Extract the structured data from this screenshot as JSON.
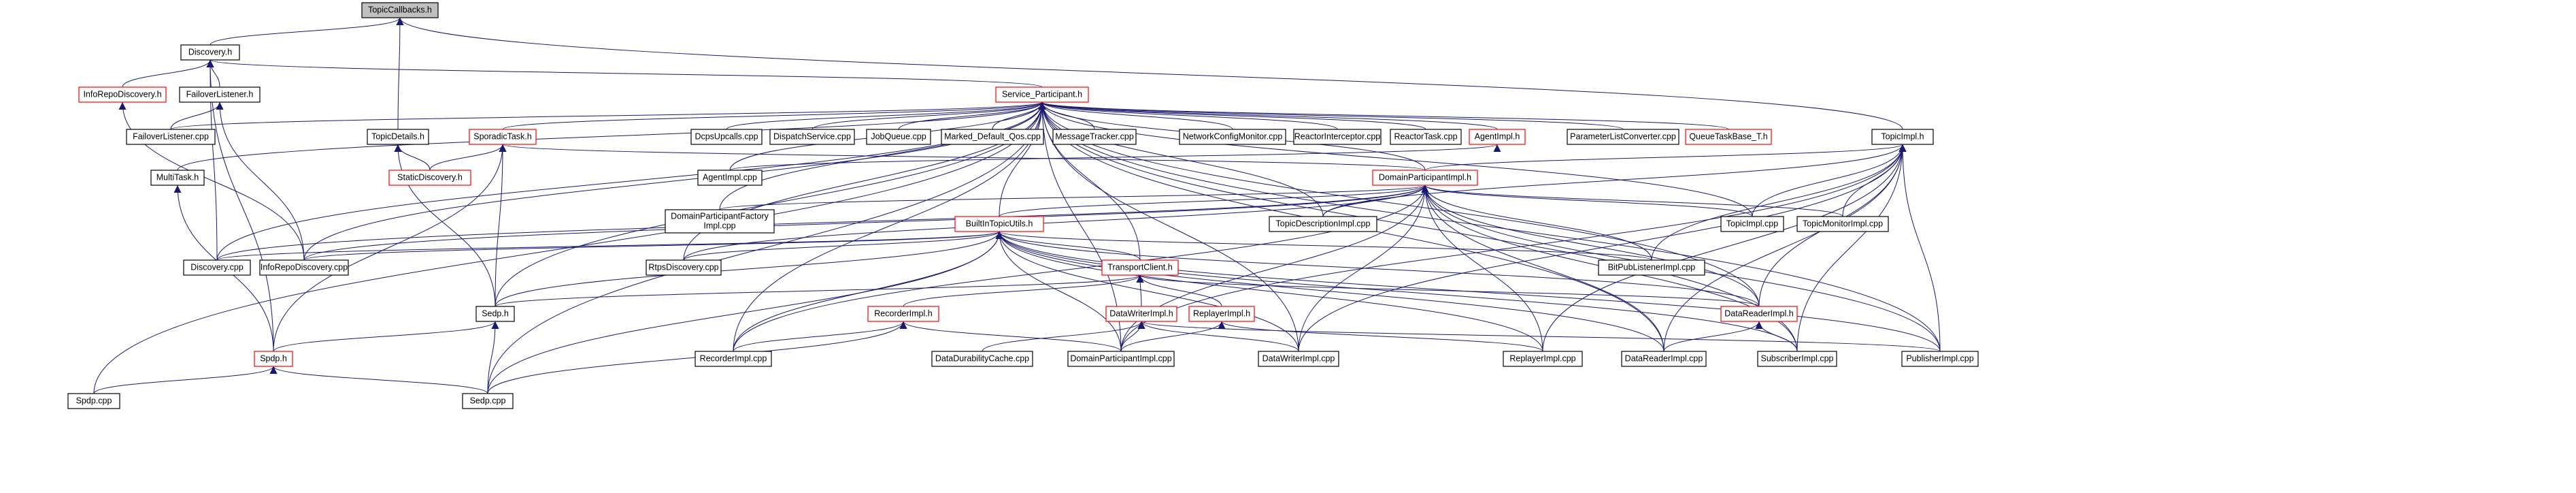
{
  "graph": {
    "edge_color": "#191970",
    "red_border_color": "#ff0000",
    "root_fill": "#bfbfbf",
    "nodes": [
      {
        "id": "TopicCallbacks",
        "label": "TopicCallbacks.h",
        "style": "root"
      },
      {
        "id": "Discovery",
        "label": "Discovery.h",
        "style": "normal"
      },
      {
        "id": "TopicDetails",
        "label": "TopicDetails.h",
        "style": "normal"
      },
      {
        "id": "TopicImplh",
        "label": "TopicImpl.h",
        "style": "normal"
      },
      {
        "id": "InfoRepoDiscovery",
        "label": "InfoRepoDiscovery.h",
        "style": "red"
      },
      {
        "id": "FailoverListener",
        "label": "FailoverListener.h",
        "style": "normal"
      },
      {
        "id": "ServiceParticipant",
        "label": "Service_Participant.h",
        "style": "red"
      },
      {
        "id": "FailoverListenerCpp",
        "label": "FailoverListener.cpp",
        "style": "normal"
      },
      {
        "id": "SporadicTask",
        "label": "SporadicTask.h",
        "style": "red"
      },
      {
        "id": "StaticDiscovery",
        "label": "StaticDiscovery.h",
        "style": "red"
      },
      {
        "id": "MultiTask",
        "label": "MultiTask.h",
        "style": "normal"
      },
      {
        "id": "DcpsUpcalls",
        "label": "DcpsUpcalls.cpp",
        "style": "normal"
      },
      {
        "id": "DispatchService",
        "label": "DispatchService.cpp",
        "style": "normal"
      },
      {
        "id": "JobQueue",
        "label": "JobQueue.cpp",
        "style": "normal"
      },
      {
        "id": "MarkedDefaultQos",
        "label": "Marked_Default_Qos.cpp",
        "style": "normal"
      },
      {
        "id": "MessageTracker",
        "label": "MessageTracker.cpp",
        "style": "normal"
      },
      {
        "id": "NetworkConfigMonitor",
        "label": "NetworkConfigMonitor.cpp",
        "style": "normal"
      },
      {
        "id": "ReactorInterceptor",
        "label": "ReactorInterceptor.cpp",
        "style": "normal"
      },
      {
        "id": "ReactorTask",
        "label": "ReactorTask.cpp",
        "style": "normal"
      },
      {
        "id": "AgentImplh",
        "label": "AgentImpl.h",
        "style": "red"
      },
      {
        "id": "ParameterListConverter",
        "label": "ParameterListConverter.cpp",
        "style": "normal"
      },
      {
        "id": "QueueTaskBase",
        "label": "QueueTaskBase_T.h",
        "style": "red"
      },
      {
        "id": "AgentImplCpp",
        "label": "AgentImpl.cpp",
        "style": "normal"
      },
      {
        "id": "DomainParticipantImplh",
        "label": "DomainParticipantImpl.h",
        "style": "red"
      },
      {
        "id": "DomainParticipantFactoryImpl",
        "label": [
          "DomainParticipantFactory",
          "Impl.cpp"
        ],
        "style": "normal"
      },
      {
        "id": "TopicDescriptionImpl",
        "label": "TopicDescriptionImpl.cpp",
        "style": "normal"
      },
      {
        "id": "TopicImplCpp",
        "label": "TopicImpl.cpp",
        "style": "normal"
      },
      {
        "id": "TopicMonitorImpl",
        "label": "TopicMonitorImpl.cpp",
        "style": "normal"
      },
      {
        "id": "BuiltInTopicUtils",
        "label": "BuiltInTopicUtils.h",
        "style": "red"
      },
      {
        "id": "DiscoveryCpp",
        "label": "Discovery.cpp",
        "style": "normal"
      },
      {
        "id": "InfoRepoDiscoveryCpp",
        "label": "InfoRepoDiscovery.cpp",
        "style": "normal"
      },
      {
        "id": "RtpsDiscovery",
        "label": "RtpsDiscovery.cpp",
        "style": "normal"
      },
      {
        "id": "TransportClient",
        "label": "TransportClient.h",
        "style": "red"
      },
      {
        "id": "BitPubListenerImpl",
        "label": "BitPubListenerImpl.cpp",
        "style": "normal"
      },
      {
        "id": "Sedph",
        "label": "Sedp.h",
        "style": "normal"
      },
      {
        "id": "RecorderImplh",
        "label": "RecorderImpl.h",
        "style": "red"
      },
      {
        "id": "DataWriterImplh",
        "label": "DataWriterImpl.h",
        "style": "red"
      },
      {
        "id": "ReplayerImplh",
        "label": "ReplayerImpl.h",
        "style": "red"
      },
      {
        "id": "DataReaderImplh",
        "label": "DataReaderImpl.h",
        "style": "red"
      },
      {
        "id": "Spdph",
        "label": "Spdp.h",
        "style": "red"
      },
      {
        "id": "RecorderImplCpp",
        "label": "RecorderImpl.cpp",
        "style": "normal"
      },
      {
        "id": "DataDurabilityCache",
        "label": "DataDurabilityCache.cpp",
        "style": "normal"
      },
      {
        "id": "DomainParticipantImplCpp",
        "label": "DomainParticipantImpl.cpp",
        "style": "normal"
      },
      {
        "id": "DataWriterImplCpp",
        "label": "DataWriterImpl.cpp",
        "style": "normal"
      },
      {
        "id": "ReplayerImplCpp",
        "label": "ReplayerImpl.cpp",
        "style": "normal"
      },
      {
        "id": "DataReaderImplCpp",
        "label": "DataReaderImpl.cpp",
        "style": "normal"
      },
      {
        "id": "SubscriberImpl",
        "label": "SubscriberImpl.cpp",
        "style": "normal"
      },
      {
        "id": "PublisherImpl",
        "label": "PublisherImpl.cpp",
        "style": "normal"
      },
      {
        "id": "SpdpCpp",
        "label": "Spdp.cpp",
        "style": "normal"
      },
      {
        "id": "SedpCpp",
        "label": "Sedp.cpp",
        "style": "normal"
      }
    ],
    "edges": [
      [
        "Discovery",
        "TopicCallbacks"
      ],
      [
        "TopicDetails",
        "TopicCallbacks"
      ],
      [
        "TopicImplh",
        "TopicCallbacks"
      ],
      [
        "InfoRepoDiscovery",
        "Discovery"
      ],
      [
        "FailoverListener",
        "Discovery"
      ],
      [
        "ServiceParticipant",
        "Discovery"
      ],
      [
        "DiscoveryCpp",
        "Discovery"
      ],
      [
        "Spdph",
        "Discovery"
      ],
      [
        "FailoverListenerCpp",
        "FailoverListener"
      ],
      [
        "InfoRepoDiscoveryCpp",
        "FailoverListener"
      ],
      [
        "InfoRepoDiscoveryCpp",
        "InfoRepoDiscovery"
      ],
      [
        "FailoverListenerCpp",
        "ServiceParticipant"
      ],
      [
        "SporadicTask",
        "ServiceParticipant"
      ],
      [
        "MultiTask",
        "ServiceParticipant"
      ],
      [
        "DcpsUpcalls",
        "ServiceParticipant"
      ],
      [
        "DispatchService",
        "ServiceParticipant"
      ],
      [
        "JobQueue",
        "ServiceParticipant"
      ],
      [
        "MarkedDefaultQos",
        "ServiceParticipant"
      ],
      [
        "MessageTracker",
        "ServiceParticipant"
      ],
      [
        "NetworkConfigMonitor",
        "ServiceParticipant"
      ],
      [
        "ReactorInterceptor",
        "ServiceParticipant"
      ],
      [
        "ReactorTask",
        "ServiceParticipant"
      ],
      [
        "AgentImplh",
        "ServiceParticipant"
      ],
      [
        "ParameterListConverter",
        "ServiceParticipant"
      ],
      [
        "QueueTaskBase",
        "ServiceParticipant"
      ],
      [
        "AgentImplCpp",
        "ServiceParticipant"
      ],
      [
        "DomainParticipantImplh",
        "ServiceParticipant"
      ],
      [
        "DomainParticipantFactoryImpl",
        "ServiceParticipant"
      ],
      [
        "TopicDescriptionImpl",
        "ServiceParticipant"
      ],
      [
        "TopicImplCpp",
        "ServiceParticipant"
      ],
      [
        "BuiltInTopicUtils",
        "ServiceParticipant"
      ],
      [
        "DiscoveryCpp",
        "ServiceParticipant"
      ],
      [
        "InfoRepoDiscoveryCpp",
        "ServiceParticipant"
      ],
      [
        "RtpsDiscovery",
        "ServiceParticipant"
      ],
      [
        "Sedph",
        "ServiceParticipant"
      ],
      [
        "SpdpCpp",
        "ServiceParticipant"
      ],
      [
        "SedpCpp",
        "ServiceParticipant"
      ],
      [
        "DataReaderImplh",
        "ServiceParticipant"
      ],
      [
        "DataWriterImplCpp",
        "ServiceParticipant"
      ],
      [
        "SubscriberImpl",
        "ServiceParticipant"
      ],
      [
        "PublisherImpl",
        "ServiceParticipant"
      ],
      [
        "DomainParticipantImplCpp",
        "ServiceParticipant"
      ],
      [
        "DataReaderImplCpp",
        "ServiceParticipant"
      ],
      [
        "RecorderImplCpp",
        "ServiceParticipant"
      ],
      [
        "TransportClient",
        "ServiceParticipant"
      ],
      [
        "StaticDiscovery",
        "SporadicTask"
      ],
      [
        "Sedph",
        "SporadicTask"
      ],
      [
        "Spdph",
        "SporadicTask"
      ],
      [
        "DomainParticipantImplh",
        "SporadicTask"
      ],
      [
        "StaticDiscovery",
        "TopicDetails"
      ],
      [
        "Sedph",
        "TopicDetails"
      ],
      [
        "Spdph",
        "MultiTask"
      ],
      [
        "AgentImplCpp",
        "AgentImplh"
      ],
      [
        "DomainParticipantImplh",
        "TopicImplh"
      ],
      [
        "TopicImplCpp",
        "TopicImplh"
      ],
      [
        "TopicMonitorImpl",
        "TopicImplh"
      ],
      [
        "TopicDescriptionImpl",
        "TopicImplh"
      ],
      [
        "BitPubListenerImpl",
        "TopicImplh"
      ],
      [
        "DataReaderImplh",
        "TopicImplh"
      ],
      [
        "DataReaderImplCpp",
        "TopicImplh"
      ],
      [
        "SubscriberImpl",
        "TopicImplh"
      ],
      [
        "PublisherImpl",
        "TopicImplh"
      ],
      [
        "ReplayerImplCpp",
        "TopicImplh"
      ],
      [
        "DataWriterImplCpp",
        "TopicImplh"
      ],
      [
        "DomainParticipantImplCpp",
        "TopicImplh"
      ],
      [
        "DomainParticipantFactoryImpl",
        "DomainParticipantImplh"
      ],
      [
        "TopicDescriptionImpl",
        "DomainParticipantImplh"
      ],
      [
        "TopicImplCpp",
        "DomainParticipantImplh"
      ],
      [
        "TopicMonitorImpl",
        "DomainParticipantImplh"
      ],
      [
        "BuiltInTopicUtils",
        "DomainParticipantImplh"
      ],
      [
        "DiscoveryCpp",
        "DomainParticipantImplh"
      ],
      [
        "InfoRepoDiscoveryCpp",
        "DomainParticipantImplh"
      ],
      [
        "RtpsDiscovery",
        "DomainParticipantImplh"
      ],
      [
        "BitPubListenerImpl",
        "DomainParticipantImplh"
      ],
      [
        "RecorderImplCpp",
        "DomainParticipantImplh"
      ],
      [
        "DomainParticipantImplCpp",
        "DomainParticipantImplh"
      ],
      [
        "DataWriterImplCpp",
        "DomainParticipantImplh"
      ],
      [
        "ReplayerImplCpp",
        "DomainParticipantImplh"
      ],
      [
        "DataReaderImplCpp",
        "DomainParticipantImplh"
      ],
      [
        "SubscriberImpl",
        "DomainParticipantImplh"
      ],
      [
        "PublisherImpl",
        "DomainParticipantImplh"
      ],
      [
        "DataReaderImplh",
        "DomainParticipantImplh"
      ],
      [
        "DiscoveryCpp",
        "BuiltInTopicUtils"
      ],
      [
        "InfoRepoDiscoveryCpp",
        "BuiltInTopicUtils"
      ],
      [
        "RtpsDiscovery",
        "BuiltInTopicUtils"
      ],
      [
        "TransportClient",
        "BuiltInTopicUtils"
      ],
      [
        "BitPubListenerImpl",
        "BuiltInTopicUtils"
      ],
      [
        "Sedph",
        "BuiltInTopicUtils"
      ],
      [
        "RecorderImplCpp",
        "BuiltInTopicUtils"
      ],
      [
        "DomainParticipantImplCpp",
        "BuiltInTopicUtils"
      ],
      [
        "DataWriterImplCpp",
        "BuiltInTopicUtils"
      ],
      [
        "ReplayerImplCpp",
        "BuiltInTopicUtils"
      ],
      [
        "DataReaderImplCpp",
        "BuiltInTopicUtils"
      ],
      [
        "SubscriberImpl",
        "BuiltInTopicUtils"
      ],
      [
        "PublisherImpl",
        "BuiltInTopicUtils"
      ],
      [
        "SedpCpp",
        "BuiltInTopicUtils"
      ],
      [
        "DataReaderImplh",
        "BuiltInTopicUtils"
      ],
      [
        "Sedph",
        "TransportClient"
      ],
      [
        "RecorderImplh",
        "TransportClient"
      ],
      [
        "DataWriterImplh",
        "TransportClient"
      ],
      [
        "ReplayerImplh",
        "TransportClient"
      ],
      [
        "DataReaderImplh",
        "TransportClient"
      ],
      [
        "Spdph",
        "Sedph"
      ],
      [
        "SedpCpp",
        "Sedph"
      ],
      [
        "RecorderImplCpp",
        "RecorderImplh"
      ],
      [
        "DomainParticipantImplCpp",
        "RecorderImplh"
      ],
      [
        "SedpCpp",
        "RecorderImplh"
      ],
      [
        "DataDurabilityCache",
        "DataWriterImplh"
      ],
      [
        "DomainParticipantImplCpp",
        "DataWriterImplh"
      ],
      [
        "DataWriterImplCpp",
        "DataWriterImplh"
      ],
      [
        "PublisherImpl",
        "DataWriterImplh"
      ],
      [
        "DomainParticipantImplCpp",
        "ReplayerImplh"
      ],
      [
        "ReplayerImplCpp",
        "ReplayerImplh"
      ],
      [
        "DataReaderImplCpp",
        "DataReaderImplh"
      ],
      [
        "SubscriberImpl",
        "DataReaderImplh"
      ],
      [
        "SpdpCpp",
        "Spdph"
      ],
      [
        "SedpCpp",
        "Spdph"
      ]
    ]
  }
}
